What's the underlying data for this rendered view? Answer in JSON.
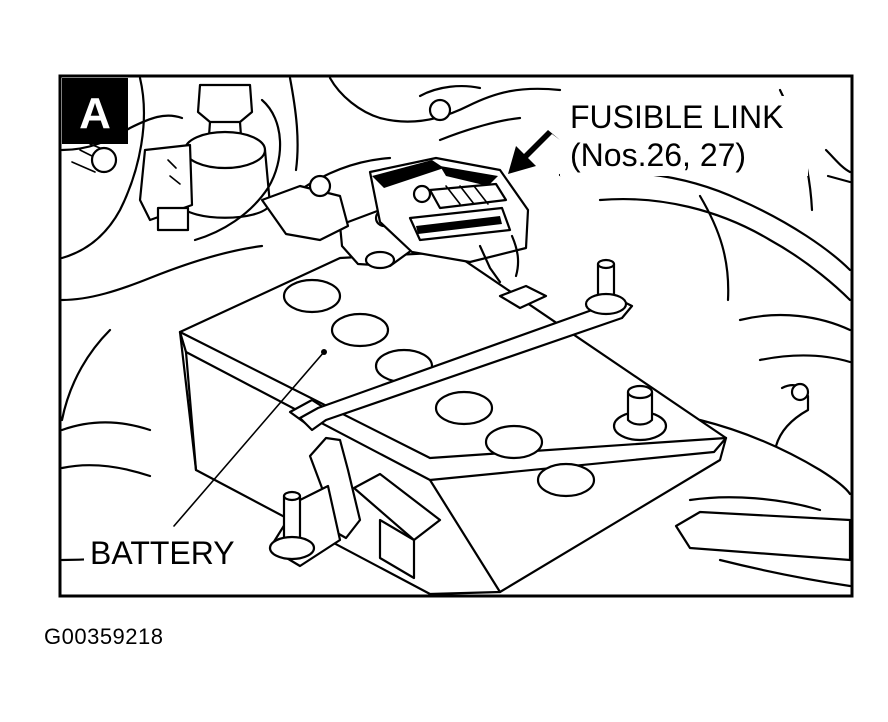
{
  "panel": {
    "letter": "A"
  },
  "labels": {
    "fusible_link_line1": "FUSIBLE LINK",
    "fusible_link_line2": "(Nos.26, 27)",
    "battery": "BATTERY"
  },
  "figure_id": "G00359218"
}
